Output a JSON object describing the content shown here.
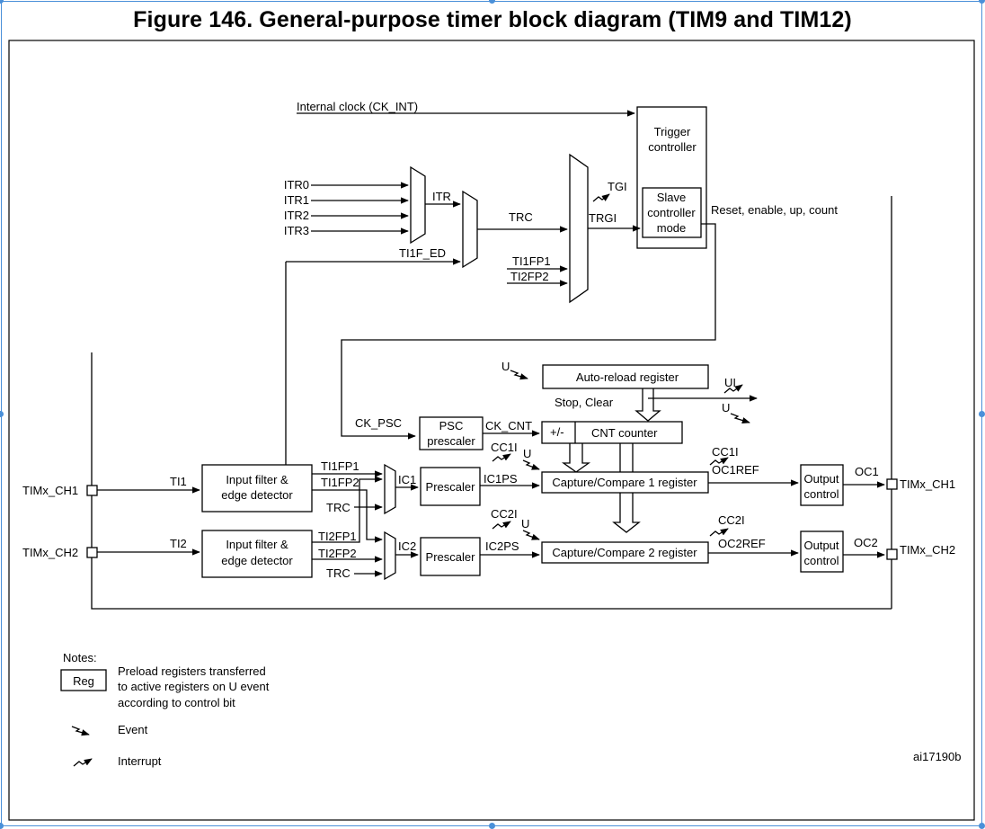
{
  "title": "Figure 146. General-purpose timer block diagram (TIM9 and TIM12)",
  "doc_id": "ai17190b",
  "signals": {
    "internal_clock": "Internal clock (CK_INT)",
    "itr0": "ITR0",
    "itr1": "ITR1",
    "itr2": "ITR2",
    "itr3": "ITR3",
    "itr": "ITR",
    "ti1f_ed": "TI1F_ED",
    "trc": "TRC",
    "ti1fp1": "TI1FP1",
    "ti2fp2": "TI2FP2",
    "tgi": "TGI",
    "trgi": "TRGI",
    "reset_enable": "Reset, enable, up, count",
    "u": "U",
    "ui": "UI",
    "stop_clear": "Stop, Clear",
    "ck_psc": "CK_PSC",
    "ck_cnt": "CK_CNT",
    "plus_minus": "+/-",
    "cc1i": "CC1I",
    "cc2i": "CC2I",
    "ti1": "TI1",
    "ti2": "TI2",
    "ti1fp1_ch1": "TI1FP1",
    "ti1fp2": "TI1FP2",
    "trc_ch1": "TRC",
    "ti2fp1": "TI2FP1",
    "ti2fp2_ch2": "TI2FP2",
    "trc_ch2": "TRC",
    "ic1": "IC1",
    "ic2": "IC2",
    "ic1ps": "IC1PS",
    "ic2ps": "IC2PS",
    "oc1ref": "OC1REF",
    "oc2ref": "OC2REF",
    "oc1": "OC1",
    "oc2": "OC2",
    "timx_ch1": "TIMx_CH1",
    "timx_ch2": "TIMx_CH2"
  },
  "blocks": {
    "trigger_controller": [
      "Trigger",
      "controller"
    ],
    "slave_controller": [
      "Slave",
      "controller",
      "mode"
    ],
    "auto_reload": "Auto-reload register",
    "psc_prescaler": [
      "PSC",
      "prescaler"
    ],
    "cnt_counter": "CNT counter",
    "input_filter_1": [
      "Input filter &",
      "edge detector"
    ],
    "input_filter_2": [
      "Input filter &",
      "edge detector"
    ],
    "prescaler_1": "Prescaler",
    "prescaler_2": "Prescaler",
    "capture_compare_1": "Capture/Compare 1 register",
    "capture_compare_2": "Capture/Compare 2 register",
    "output_control_1": [
      "Output",
      "control"
    ],
    "output_control_2": [
      "Output",
      "control"
    ]
  },
  "notes": {
    "heading": "Notes:",
    "reg_label": "Reg",
    "reg_text": [
      "Preload registers transferred",
      "to active registers on U event",
      "according to control bit"
    ],
    "event": "Event",
    "interrupt": "Interrupt"
  }
}
